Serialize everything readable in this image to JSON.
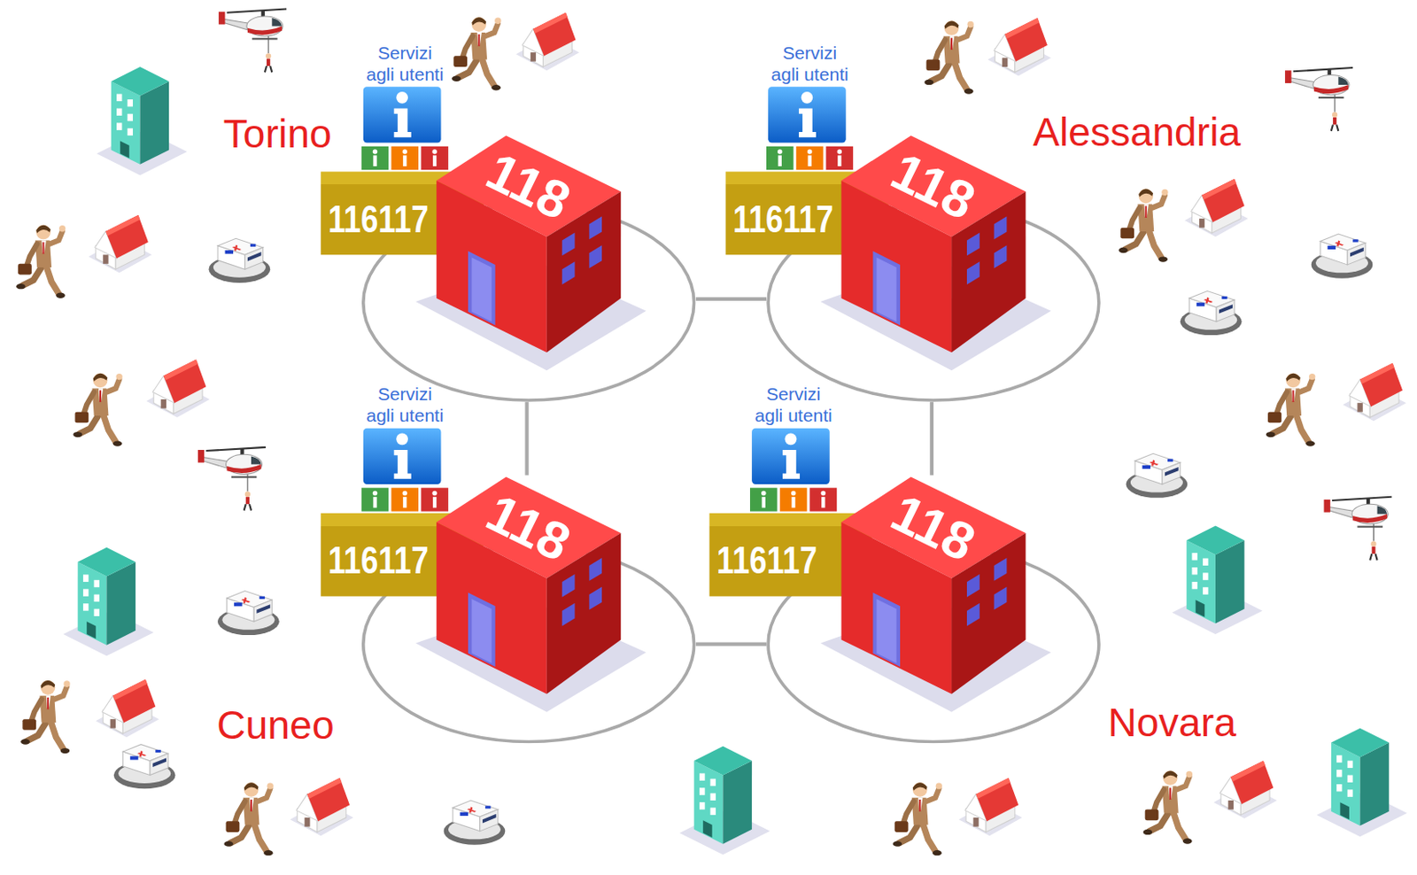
{
  "diagram": {
    "nodes": [
      {
        "text": [
          "116117"
        ]
      },
      {
        "text": [
          "118"
        ]
      },
      {
        "text": [
          "116117"
        ]
      },
      {
        "text": [
          "118"
        ]
      },
      {
        "text": [
          "116117"
        ]
      },
      {
        "text": [
          "118"
        ]
      },
      {
        "text": [
          "116117"
        ]
      },
      {
        "text": [
          "118"
        ]
      }
    ],
    "edges": [
      {
        "from": 1,
        "to": 3,
        "arrow": "none"
      },
      {
        "from": 1,
        "to": 5,
        "arrow": "none"
      },
      {
        "from": 3,
        "to": 7,
        "arrow": "none"
      },
      {
        "from": 5,
        "to": 7,
        "arrow": "none"
      }
    ],
    "labels": [
      "Servizi agli utenti",
      "Servizi agli utenti",
      "Torino",
      "Alessandria",
      "Servizi agli utenti",
      "Servizi agli utenti",
      "Cuneo",
      "Novara"
    ]
  }
}
